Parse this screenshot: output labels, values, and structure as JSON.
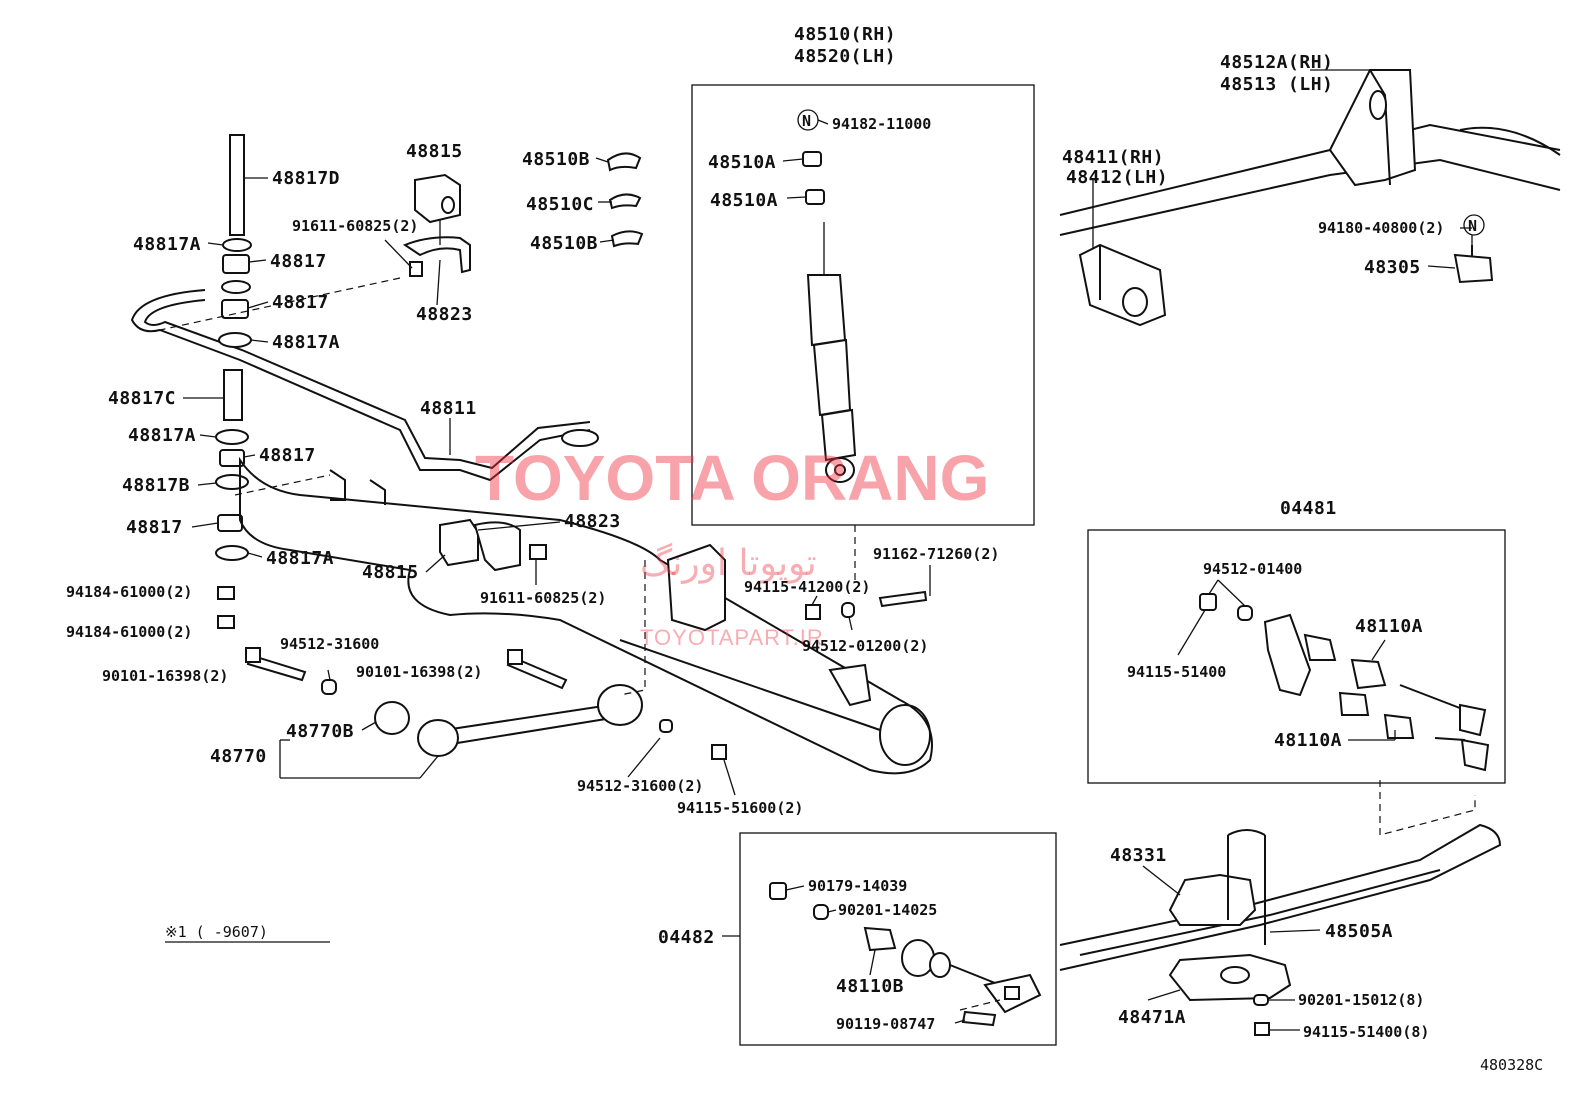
{
  "labels": {
    "p48510_rh": "48510(RH)",
    "p48520_lh": "48520(LH)",
    "p48512a_rh": "48512A(RH)",
    "p48513_lh": "48513 (LH)",
    "p48411_rh": "48411(RH)",
    "p48412_lh": "48412(LH)",
    "p94180": "94180-40800(2)",
    "p48305": "48305",
    "p94182": "94182-11000",
    "p48510a_1": "48510A",
    "p48510a_2": "48510A",
    "p48510b_1": "48510B",
    "p48510c": "48510C",
    "p48510b_2": "48510B",
    "p48815_top": "48815",
    "p91611_top": "91611-60825(2)",
    "p48823_top": "48823",
    "p48817d": "48817D",
    "p48817a_1": "48817A",
    "p48817_1": "48817",
    "p48817_2": "48817",
    "p48817a_2": "48817A",
    "p48817c": "48817C",
    "p48817a_3": "48817A",
    "p48817_3": "48817",
    "p48817b": "48817B",
    "p48817_4": "48817",
    "p48817a_4": "48817A",
    "p48811": "48811",
    "p48823_mid": "48823",
    "p48815_mid": "48815",
    "p91611_mid": "91611-60825(2)",
    "p94184_1": "94184-61000(2)",
    "p94184_2": "94184-61000(2)",
    "p94512_31600": "94512-31600",
    "p90101_1": "90101-16398(2)",
    "p90101_2": "90101-16398(2)",
    "p48770b": "48770B",
    "p48770": "48770",
    "p94512_31600_2": "94512-31600(2)",
    "p94115_51600": "94115-51600(2)",
    "p91162": "91162-71260(2)",
    "p94115_41200": "94115-41200(2)",
    "p94512_01200": "94512-01200(2)",
    "p04481": "04481",
    "p94512_01400": "94512-01400",
    "p94115_51400": "94115-51400",
    "p48110a_1": "48110A",
    "p48110a_2": "48110A",
    "p48331": "48331",
    "p48505a": "48505A",
    "p04482": "04482",
    "p90179": "90179-14039",
    "p90201_14025": "90201-14025",
    "p48110b": "48110B",
    "p90119": "90119-08747",
    "p48471a": "48471A",
    "p90201_15012": "90201-15012(8)",
    "p94115_51400_8": "94115-51400(8)",
    "note": "※1 (     -9607)",
    "diagram_code": "480328C",
    "n_symbol": "N"
  },
  "watermark": {
    "main": "TOYOTA ORANG",
    "persian": "تویوتا اورنگ",
    "site": "TOYOTAPART.IR"
  },
  "colors": {
    "line": "#111111",
    "watermark": "#ee3340"
  }
}
